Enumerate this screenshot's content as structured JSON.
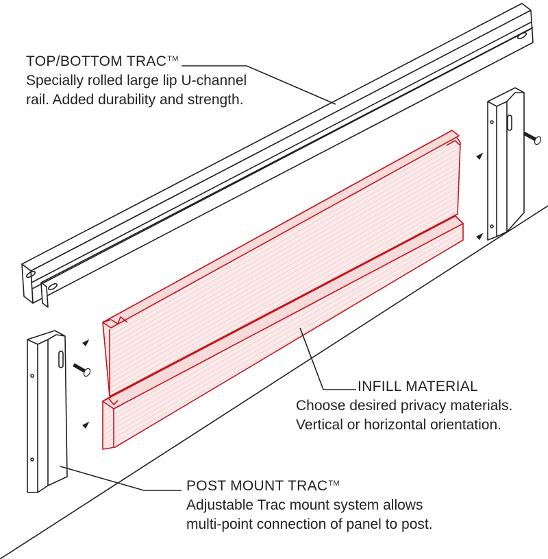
{
  "callouts": {
    "top_bottom_trac": {
      "title": "TOP/BOTTOM TRAC",
      "trademark": "TM",
      "line1": "Specially rolled large lip U-channel",
      "line2": "rail. Added durability and strength."
    },
    "infill_material": {
      "title": "INFILL MATERIAL",
      "line1": "Choose desired privacy materials.",
      "line2": "Vertical or horizontal orientation."
    },
    "post_mount_trac": {
      "title": "POST MOUNT TRAC",
      "trademark": "TM",
      "line1": "Adjustable Trac mount system allows",
      "line2": "multi-point connection of panel to post."
    }
  },
  "colors": {
    "line": "#231f20",
    "infill": "#c4161c",
    "infill_fill": "#f6dede"
  }
}
